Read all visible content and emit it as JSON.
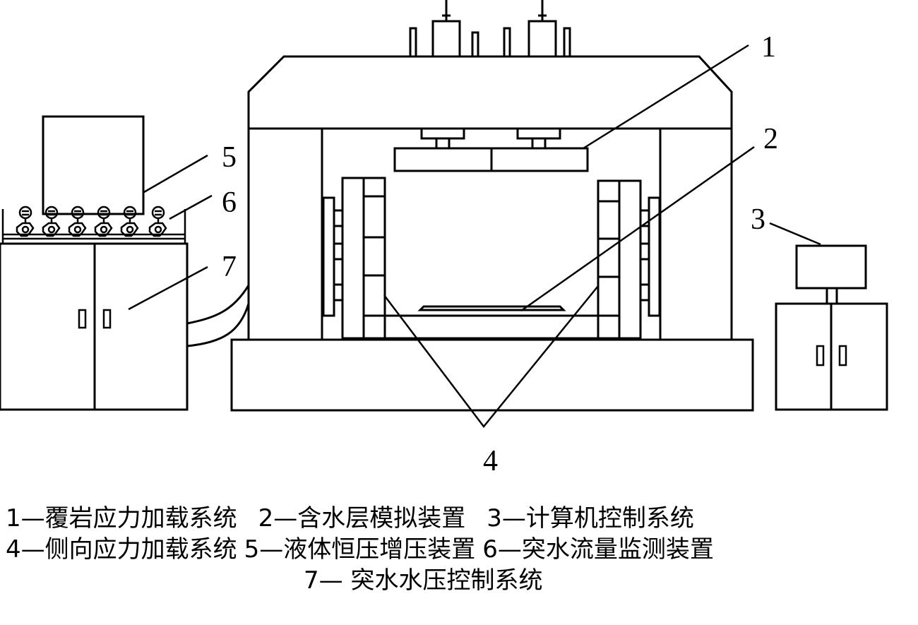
{
  "callouts": {
    "c1": "1",
    "c2": "2",
    "c3": "3",
    "c4": "4",
    "c5": "5",
    "c6": "6",
    "c7": "7"
  },
  "legend": {
    "row1": [
      "1—覆岩应力加载系统",
      "2—含水层模拟装置",
      "3—计算机控制系统"
    ],
    "row2": [
      "4—侧向应力加载系统",
      "5—液体恒压增压装置",
      "6—突水流量监测装置"
    ],
    "row3": [
      "7— 突水水压控制系统"
    ]
  },
  "icons": {
    "gauge": "pressure-gauge-icon",
    "valve": "valve-icon",
    "cabinet_handle": "cabinet-handle-icon"
  }
}
